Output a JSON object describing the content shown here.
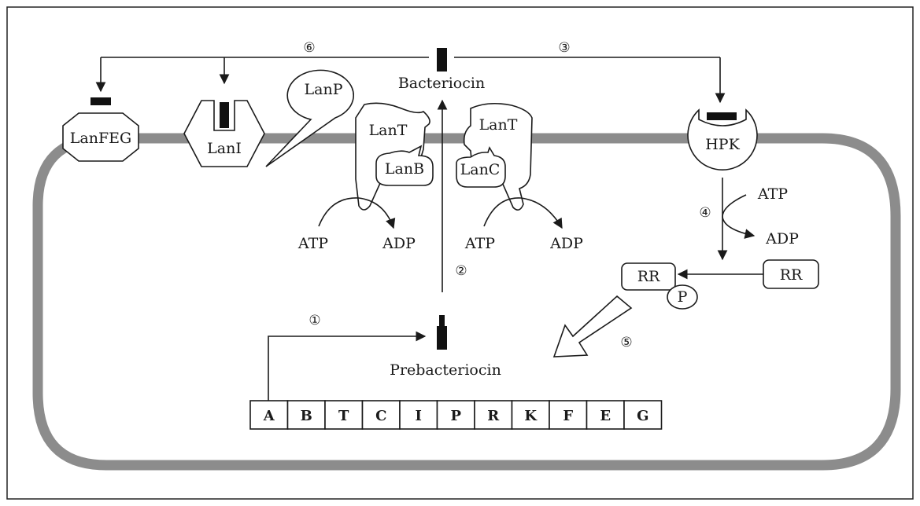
{
  "labels": {
    "bacteriocin": "Bacteriocin",
    "prebacteriocin": "Prebacteriocin",
    "lanfeg": "LanFEG",
    "lani": "LanI",
    "lanp": "LanP",
    "lant_left": "LanT",
    "lanb": "LanB",
    "lant_right": "LanT",
    "lanc": "LanC",
    "hpk": "HPK",
    "rr_left": "RR",
    "rr_right": "RR",
    "phosphate": "P",
    "atp_left": "ATP",
    "adp_left": "ADP",
    "atp_mid": "ATP",
    "adp_mid": "ADP",
    "atp_right": "ATP",
    "adp_right": "ADP"
  },
  "steps": {
    "s1": "①",
    "s2": "②",
    "s3": "③",
    "s4": "④",
    "s5": "⑤",
    "s6": "⑥"
  },
  "genes": [
    "A",
    "B",
    "T",
    "C",
    "I",
    "P",
    "R",
    "K",
    "F",
    "E",
    "G"
  ]
}
